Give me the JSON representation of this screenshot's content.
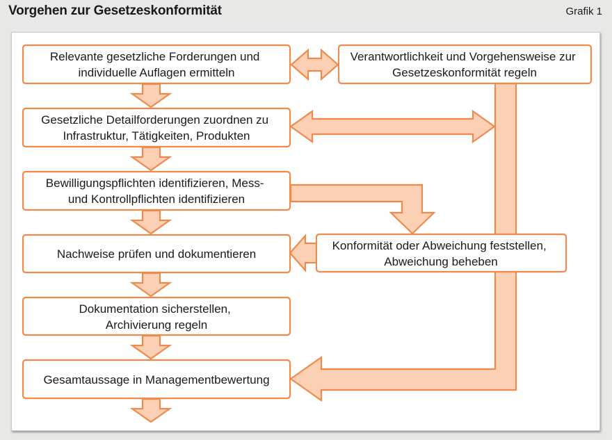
{
  "header": {
    "title": "Vorgehen zur Gesetzeskonformität",
    "label": "Grafik 1"
  },
  "colors": {
    "accent": "#f08a4b",
    "arrow_fill": "#fbd0b5",
    "box_fill": "#ffffff"
  },
  "steps": [
    {
      "line1": "Relevante gesetzliche Forderungen und",
      "line2": "individuelle Auflagen ermitteln"
    },
    {
      "line1": "Gesetzliche Detailforderungen zuordnen zu",
      "line2": "Infrastruktur, Tätigkeiten, Produkten"
    },
    {
      "line1": "Bewilligungspflichten identifizieren, Mess-",
      "line2": "und Kontrollpflichten identifizieren"
    },
    {
      "line1": "Nachweise prüfen und dokumentieren",
      "line2": ""
    },
    {
      "line1": "Dokumentation sicherstellen,",
      "line2": "Archivierung regeln"
    },
    {
      "line1": "Gesamtaussage in Managementbewertung",
      "line2": ""
    }
  ],
  "side_boxes": [
    {
      "line1": "Verantwortlichkeit und Vorgehensweise zur",
      "line2": "Gesetzeskonformität regeln"
    },
    {
      "line1": "Konformität oder Abweichung feststellen,",
      "line2": "Abweichung beheben"
    }
  ]
}
